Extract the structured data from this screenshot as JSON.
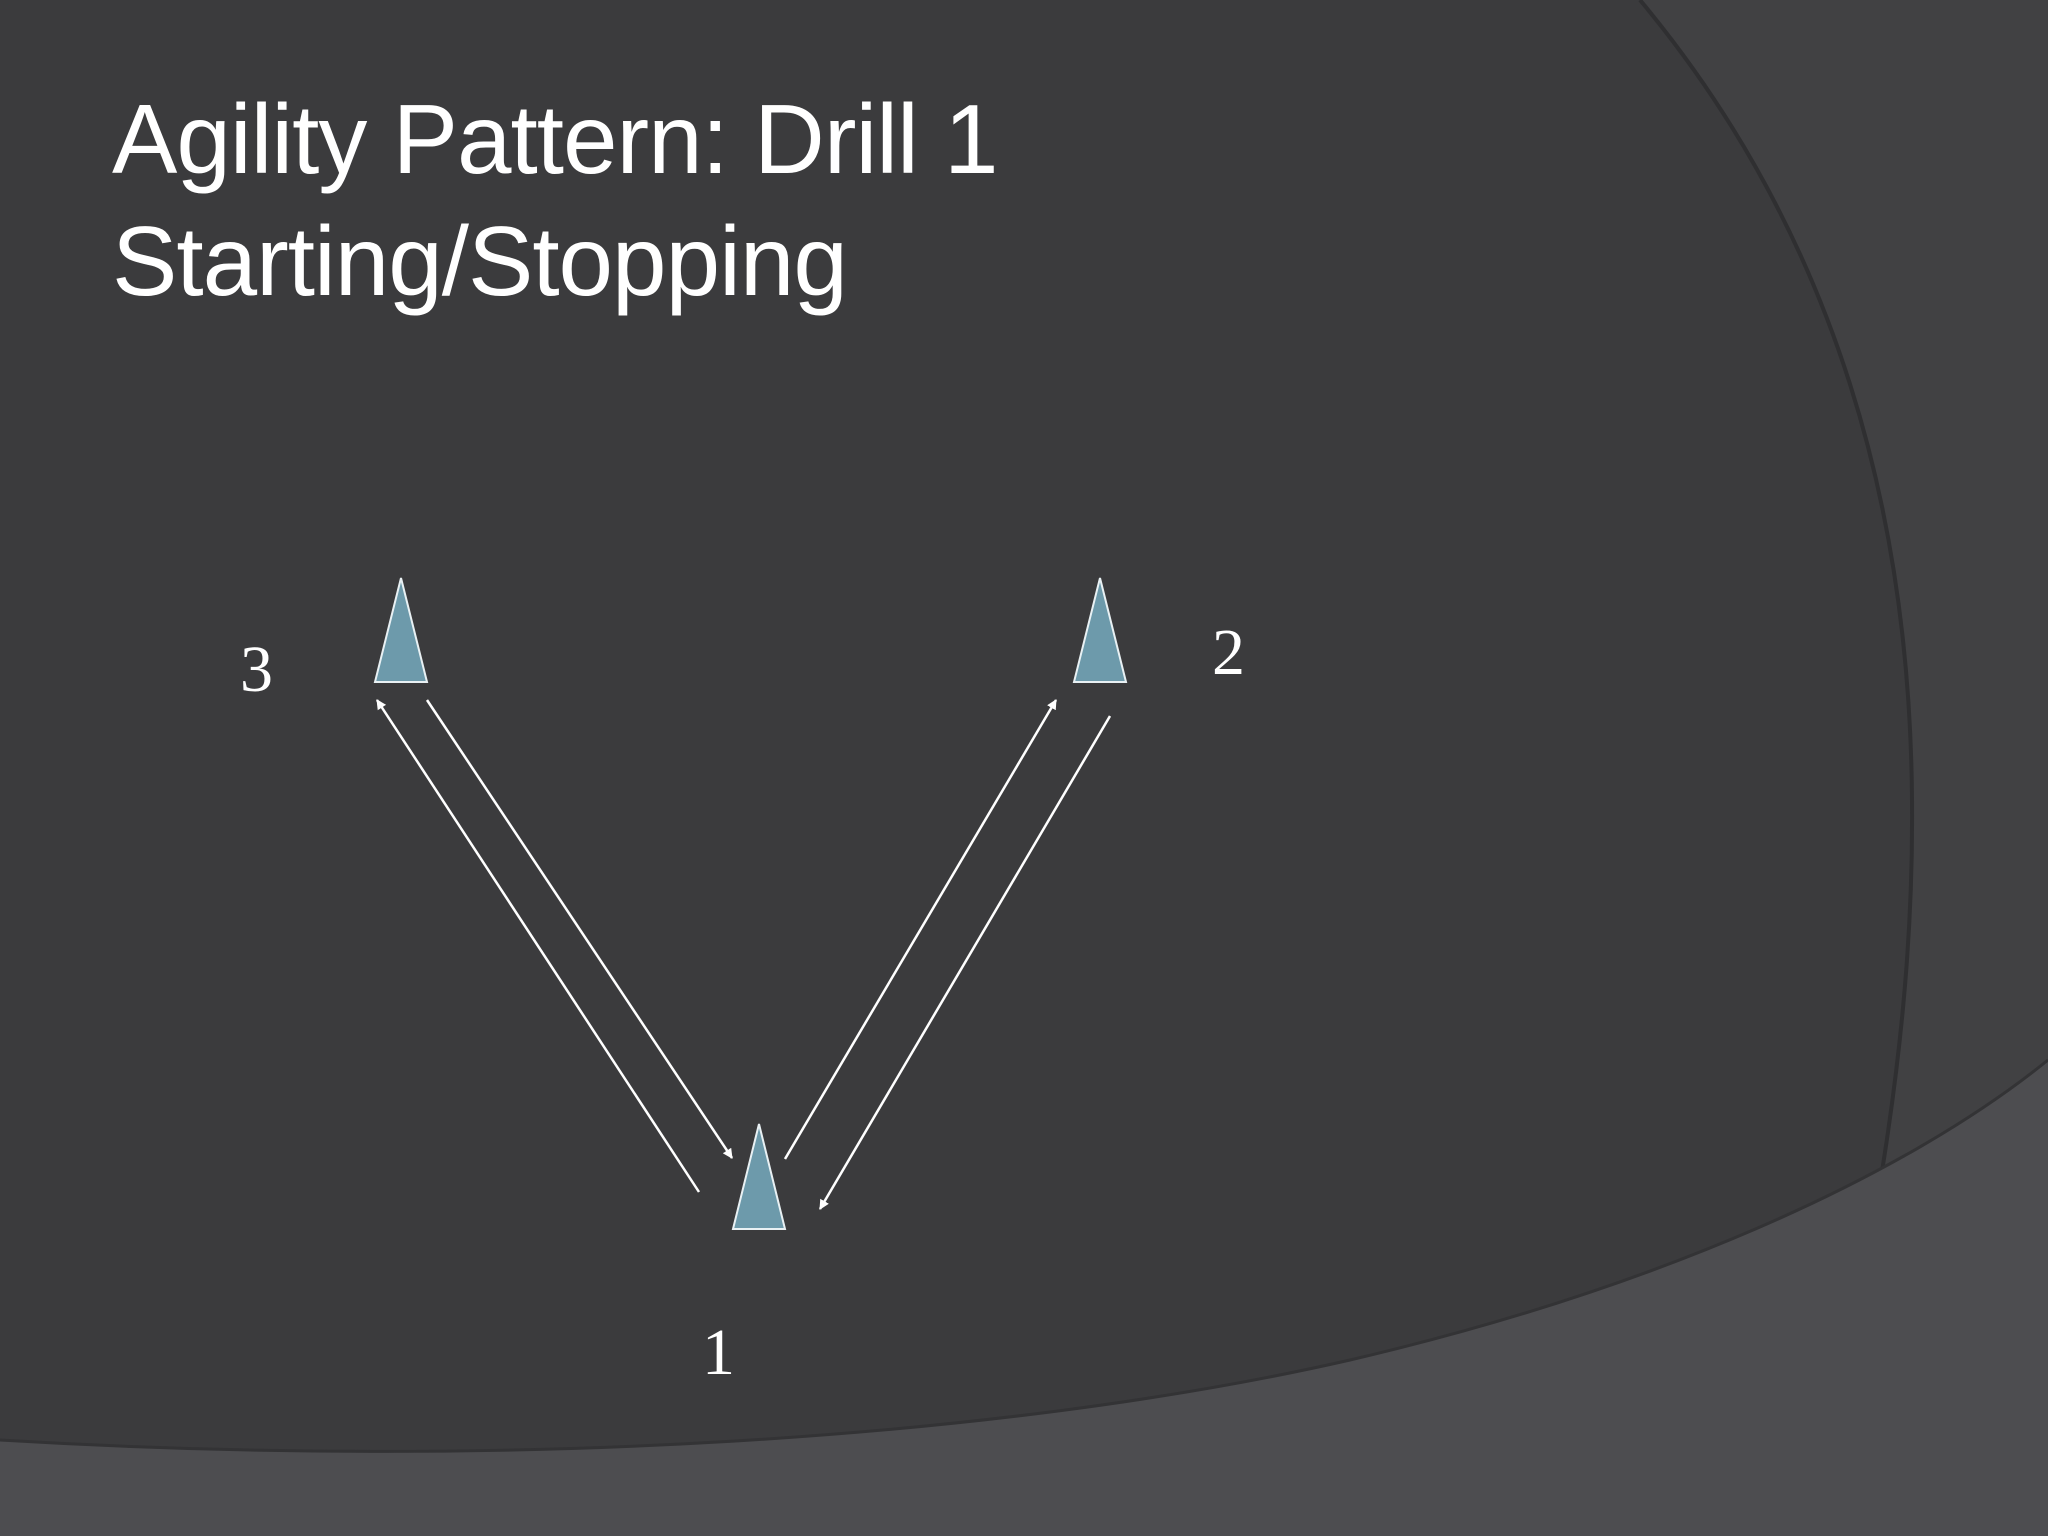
{
  "slide": {
    "title_line_1": "Agility Pattern: Drill 1",
    "title_line_2": "Starting/Stopping"
  },
  "cones": [
    {
      "id": "cone-1",
      "label": "1"
    },
    {
      "id": "cone-2",
      "label": "2"
    },
    {
      "id": "cone-3",
      "label": "3"
    }
  ],
  "colors": {
    "background": "#3c3c3e",
    "background_lower": "#4d4d50",
    "cone_fill": "#6d9aab",
    "cone_stroke": "#e9f1f4",
    "text": "#ffffff",
    "arrow": "#ffffff"
  }
}
